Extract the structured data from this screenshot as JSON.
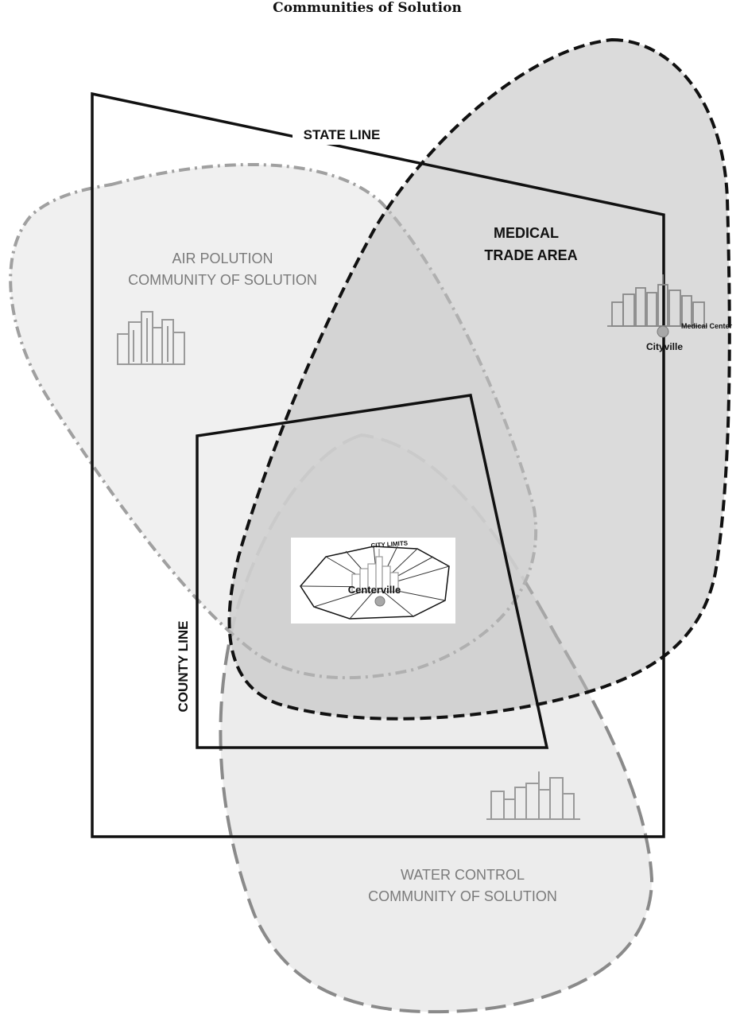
{
  "title": "Communities of Solution",
  "labels": {
    "state_line": "STATE LINE",
    "county_line": "COUNTY LINE",
    "medical": {
      "line1": "MEDICAL",
      "line2": "TRADE AREA"
    },
    "air": {
      "line1": "AIR POLUTION",
      "line2": "COMMUNITY OF SOLUTION"
    },
    "water": {
      "line1": "WATER CONTROL",
      "line2": "COMMUNITY OF SOLUTION"
    },
    "city_limits": "CITY LIMITS",
    "centerville": "Centerville",
    "medical_center": "Medical Center",
    "cityville": "Cityville"
  },
  "colors": {
    "outline": "#111111",
    "air_fill": "#eeeeee",
    "medical_fill": "#c8c8c8",
    "water_fill": "#e4e4e4",
    "dashed_gray": "#8a8a8a",
    "label_gray": "#7a7a7a",
    "city_icon": "#9a9a9a"
  },
  "icons": [
    "skyline-icon-air",
    "skyline-icon-water",
    "skyline-icon-cityville",
    "city-limits-map-icon",
    "medical-center-marker-icon",
    "centerville-marker-icon"
  ]
}
